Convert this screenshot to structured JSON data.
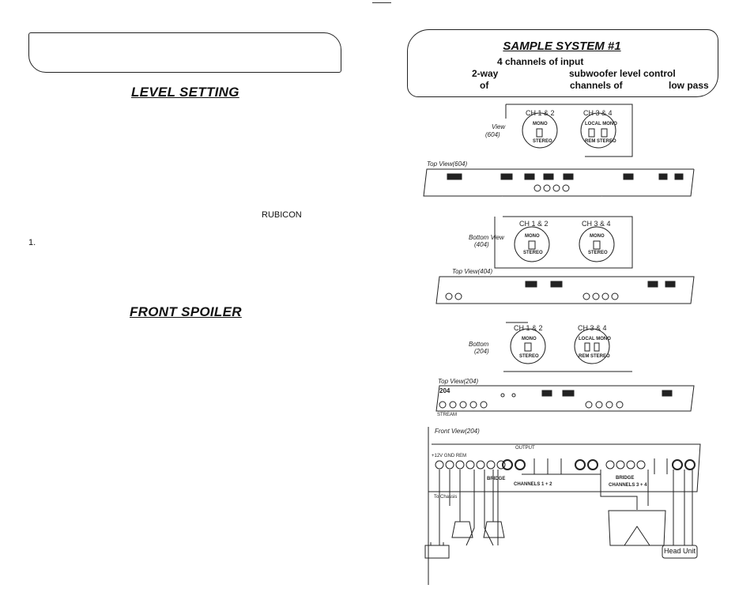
{
  "left": {
    "heading_level": "LEVEL SETTING",
    "brand": "RUBICON",
    "list_marker": "1.",
    "heading_spoiler": "FRONT SPOILER"
  },
  "right": {
    "title": "SAMPLE SYSTEM #1",
    "line1": "4 channels of input",
    "line2_a": "2-way",
    "line2_b": "subwoofer level control",
    "line3_a": "of",
    "line3_b": "channels of",
    "line3_c": "low pass"
  },
  "diagram": {
    "view_604": {
      "label": "View",
      "model": "(604)",
      "ch12": "CH 1 & 2",
      "ch34": "CH 3 & 4",
      "mono": "MONO",
      "stereo": "STEREO",
      "local_mono": "LOCAL MONO",
      "rem_stereo": "REM STEREO"
    },
    "top_604": {
      "label": "Top View(604)"
    },
    "bottom_404": {
      "label": "Bottom View",
      "model": "(404)",
      "ch12": "CH 1 & 2",
      "ch34": "CH 3 & 4",
      "mono": "MONO",
      "stereo": "STEREO"
    },
    "top_404": {
      "label": "Top View(404)"
    },
    "bottom_204": {
      "label": "Bottom",
      "model": "(204)",
      "ch12": "CH 1 & 2",
      "ch34": "CH 3 & 4",
      "mono": "MONO",
      "stereo": "STEREO",
      "local_mono": "LOCAL MONO",
      "rem_stereo": "REM STEREO"
    },
    "top_204": {
      "label": "Top View(204)",
      "model": "204",
      "stream": "STREAM"
    },
    "front_204": {
      "label": "Front View(204)",
      "power": "+12V GND REM",
      "output": "OUTPUT",
      "bridge_left": "BRIDGE",
      "bridge_right": "BRIDGE",
      "channels12": "CHANNELS 1 + 2",
      "channels34": "CHANNELS 3 + 4",
      "chassis": "To Chassis",
      "head_unit": "Head Unit"
    }
  },
  "colors": {
    "ink": "#111111",
    "paper": "#ffffff"
  }
}
